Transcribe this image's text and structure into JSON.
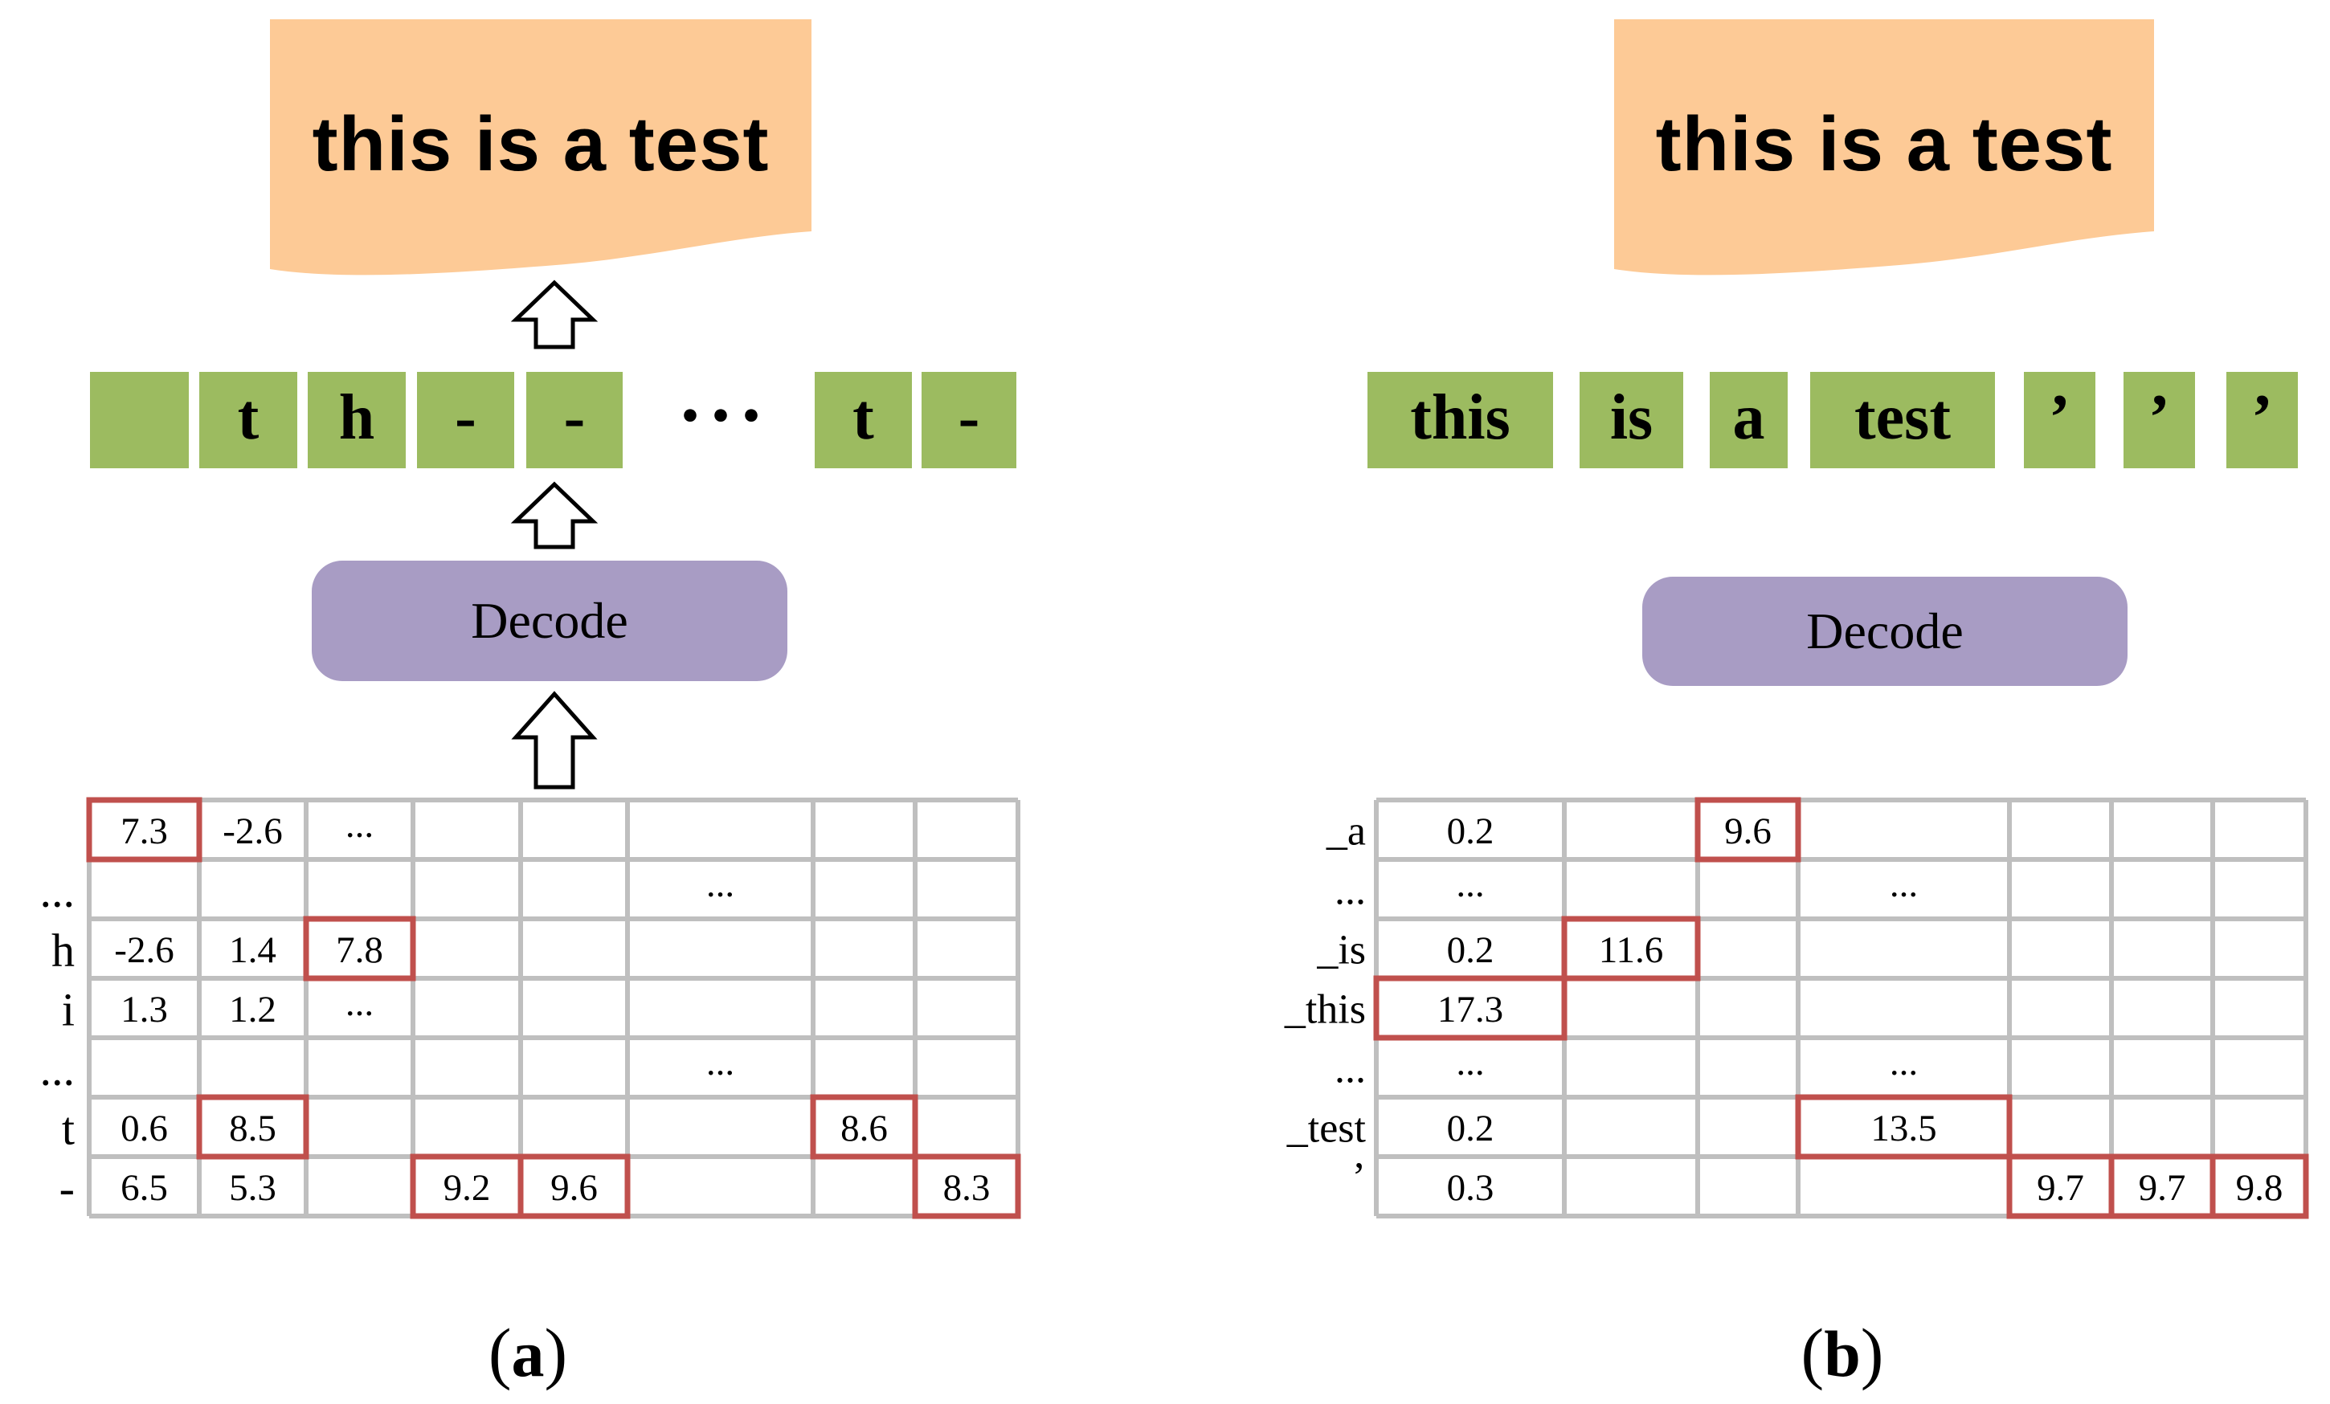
{
  "colors": {
    "green": "#9CBB60",
    "orange": "#FDCA96",
    "purple": "#A89CC4",
    "red": "#C0504D",
    "grid": "#BFBFBF"
  },
  "panels": [
    {
      "id": "a",
      "banner_text": "this is a test",
      "decode_label": "Decode",
      "caption": {
        "open": "(",
        "letter": "a",
        "close": ")"
      },
      "tokens": [
        "",
        "t",
        "h",
        "-",
        "-",
        "···",
        "t",
        "-"
      ],
      "row_labels": [
        "",
        "...",
        "h",
        "i",
        "...",
        "t",
        "-"
      ],
      "cells": [
        {
          "r": 1,
          "c": 1,
          "v": "7.3",
          "hl": true
        },
        {
          "r": 1,
          "c": 2,
          "v": "-2.6"
        },
        {
          "r": 1,
          "c": 3,
          "v": "..."
        },
        {
          "r": 2,
          "c": 6,
          "v": "..."
        },
        {
          "r": 3,
          "c": 1,
          "v": "-2.6"
        },
        {
          "r": 3,
          "c": 2,
          "v": "1.4"
        },
        {
          "r": 3,
          "c": 3,
          "v": "7.8",
          "hl": true
        },
        {
          "r": 4,
          "c": 1,
          "v": "1.3"
        },
        {
          "r": 4,
          "c": 2,
          "v": "1.2"
        },
        {
          "r": 4,
          "c": 3,
          "v": "..."
        },
        {
          "r": 5,
          "c": 6,
          "v": "..."
        },
        {
          "r": 6,
          "c": 1,
          "v": "0.6"
        },
        {
          "r": 6,
          "c": 2,
          "v": "8.5",
          "hl": true
        },
        {
          "r": 6,
          "c": 7,
          "v": "8.6",
          "hl": true
        },
        {
          "r": 7,
          "c": 1,
          "v": "6.5"
        },
        {
          "r": 7,
          "c": 2,
          "v": "5.3"
        },
        {
          "r": 7,
          "c": 4,
          "v": "9.2",
          "hl": true
        },
        {
          "r": 7,
          "c": 5,
          "v": "9.6",
          "hl": true
        },
        {
          "r": 7,
          "c": 8,
          "v": "8.3",
          "hl": true
        }
      ]
    },
    {
      "id": "b",
      "banner_text": "this is a test",
      "decode_label": "Decode",
      "caption": {
        "open": "(",
        "letter": "b",
        "close": ")"
      },
      "tokens": [
        "this",
        "is",
        "a",
        "test",
        "’",
        "’",
        "’"
      ],
      "row_labels": [
        "_a",
        "...",
        "_is",
        "_this",
        "...",
        "_test",
        "’"
      ],
      "cells": [
        {
          "r": 1,
          "c": 1,
          "v": "0.2"
        },
        {
          "r": 1,
          "c": 3,
          "v": "9.6",
          "hl": true
        },
        {
          "r": 2,
          "c": 1,
          "v": "..."
        },
        {
          "r": 2,
          "c": 4,
          "v": "..."
        },
        {
          "r": 3,
          "c": 1,
          "v": "0.2"
        },
        {
          "r": 3,
          "c": 2,
          "v": "11.6",
          "hl": true
        },
        {
          "r": 4,
          "c": 1,
          "v": "17.3",
          "hl": true
        },
        {
          "r": 5,
          "c": 1,
          "v": "..."
        },
        {
          "r": 5,
          "c": 4,
          "v": "..."
        },
        {
          "r": 6,
          "c": 1,
          "v": "0.2"
        },
        {
          "r": 6,
          "c": 4,
          "v": "13.5",
          "hl": true
        },
        {
          "r": 7,
          "c": 1,
          "v": "0.3"
        },
        {
          "r": 7,
          "c": 5,
          "v": "9.7",
          "hl": true
        },
        {
          "r": 7,
          "c": 6,
          "v": "9.7",
          "hl": true
        },
        {
          "r": 7,
          "c": 7,
          "v": "9.8",
          "hl": true
        }
      ]
    }
  ]
}
